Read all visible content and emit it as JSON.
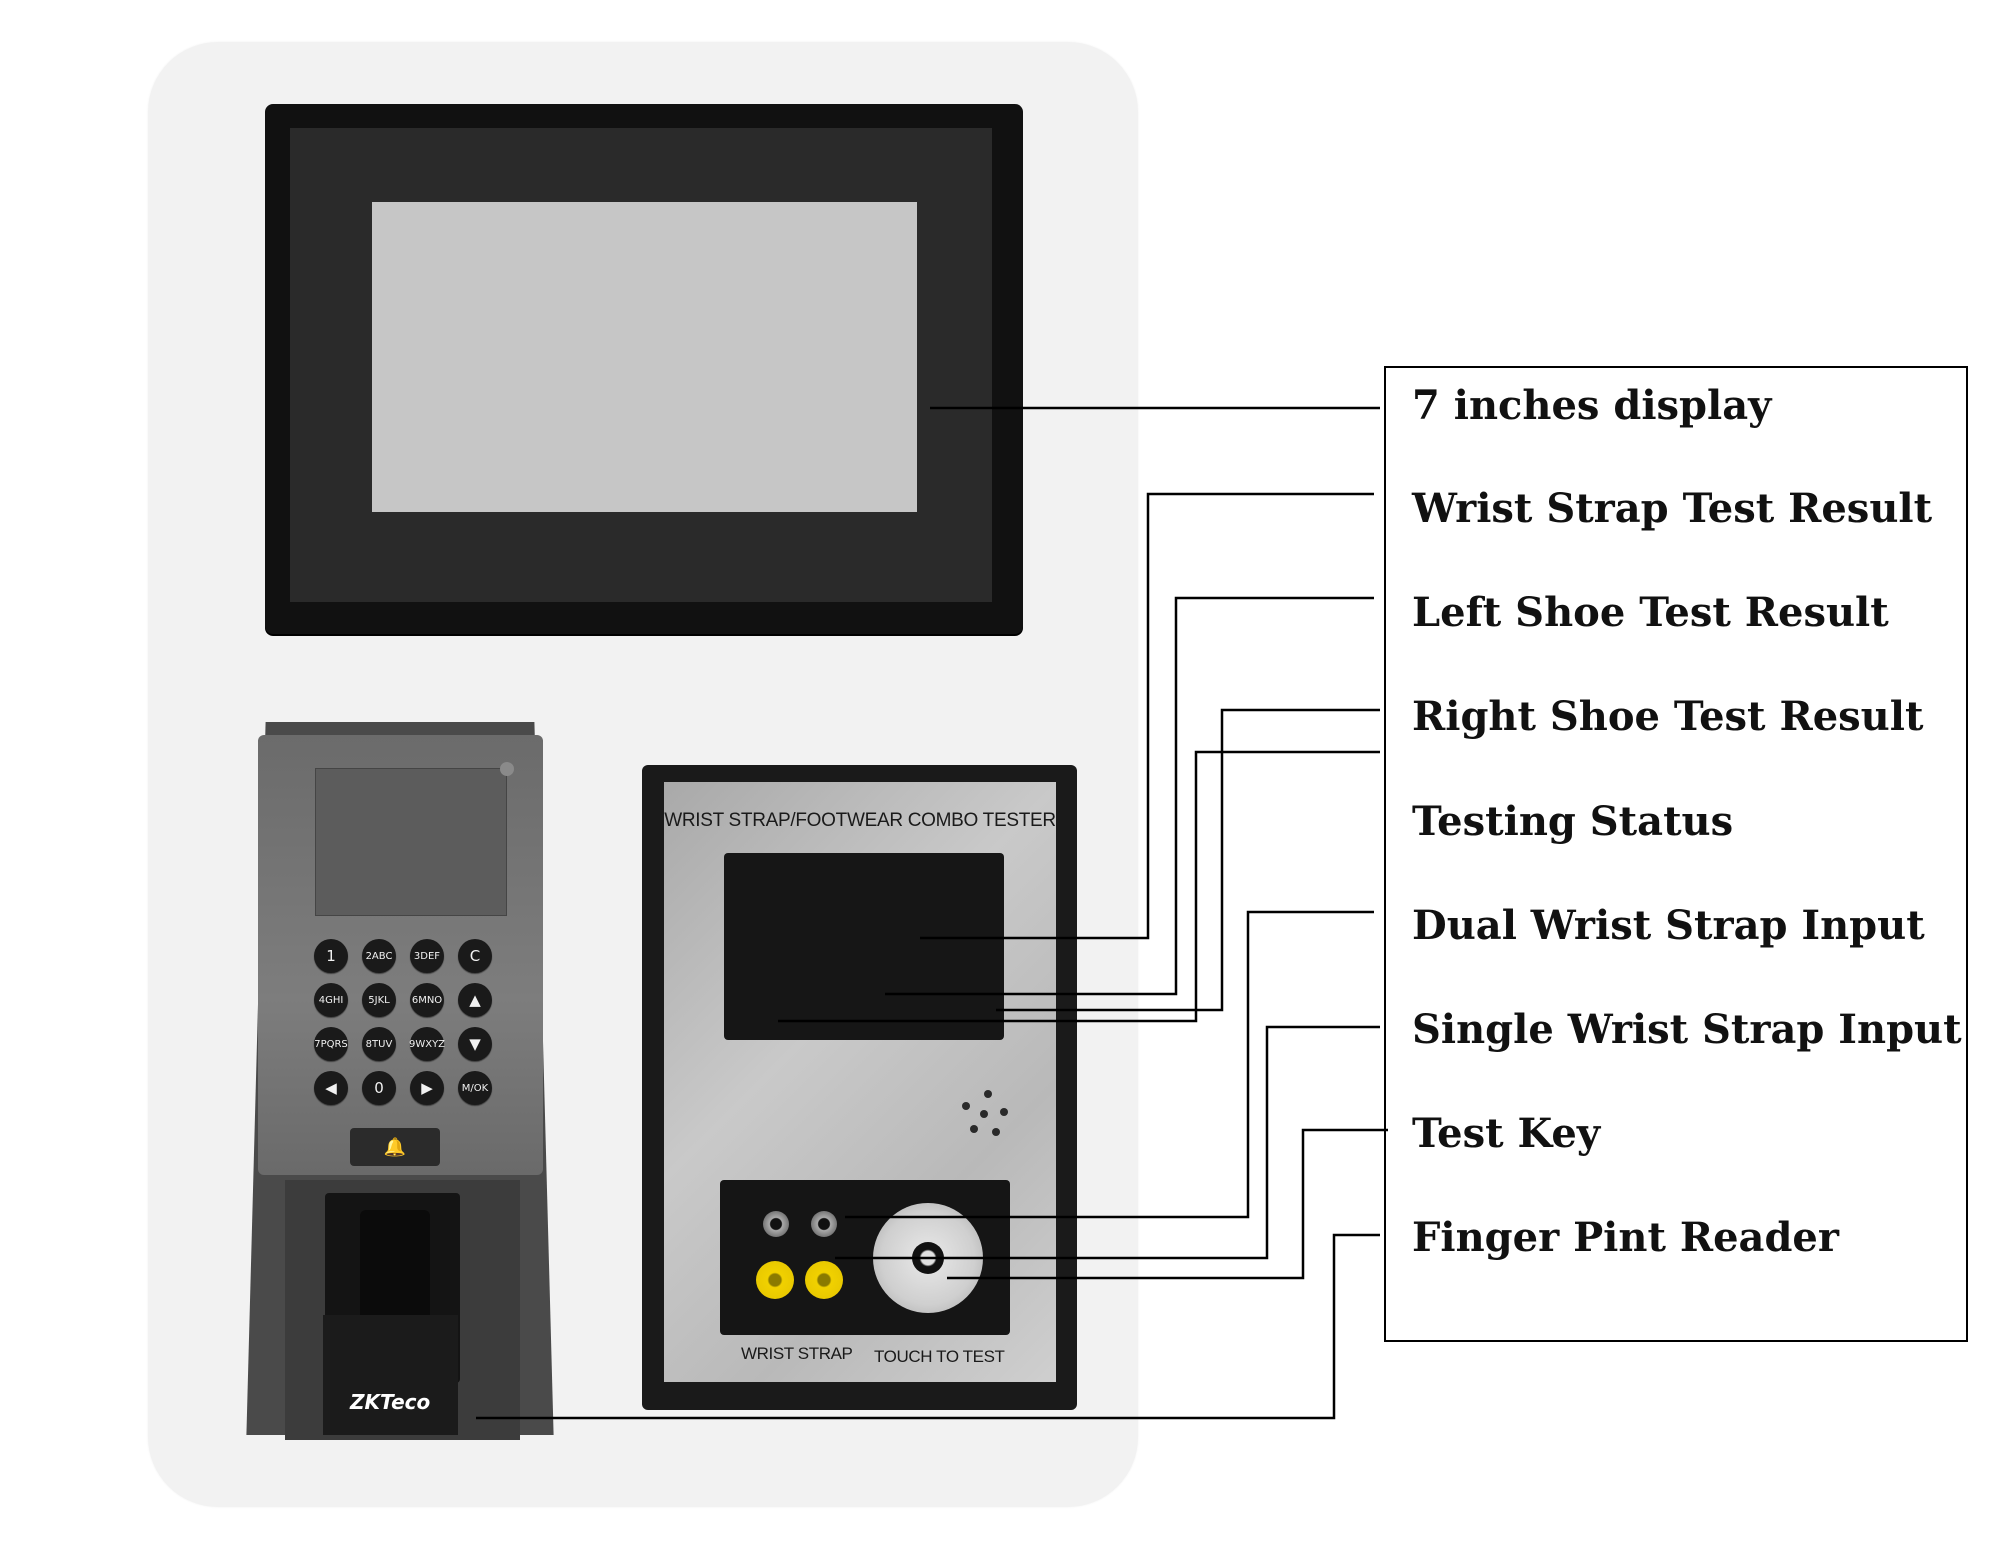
{
  "device": {
    "tester": {
      "title": "WRIST STRAP/FOOTWEAR COMBO TESTER",
      "wrist_strap_label": "WRIST STRAP",
      "touch_label": "TOUCH TO TEST"
    },
    "terminal": {
      "keys": [
        "1",
        "2ABC",
        "3DEF",
        "C",
        "4GHI",
        "5JKL",
        "6MNO",
        "▲",
        "7PQRS",
        "8TUV",
        "9WXYZ",
        "▼",
        "◀",
        "0",
        "▶",
        "M/OK"
      ],
      "bell_symbol": "🔔",
      "brand": "ZKTeco"
    }
  },
  "callouts": [
    {
      "label": "7 inches display"
    },
    {
      "label": "Wrist Strap Test Result"
    },
    {
      "label": "Left Shoe Test Result"
    },
    {
      "label": "Right Shoe Test Result"
    },
    {
      "label": "Testing Status"
    },
    {
      "label": "Dual Wrist Strap Input"
    },
    {
      "label": "Single Wrist Strap Input"
    },
    {
      "label": "Test Key"
    },
    {
      "label": "Finger Pint Reader"
    }
  ]
}
